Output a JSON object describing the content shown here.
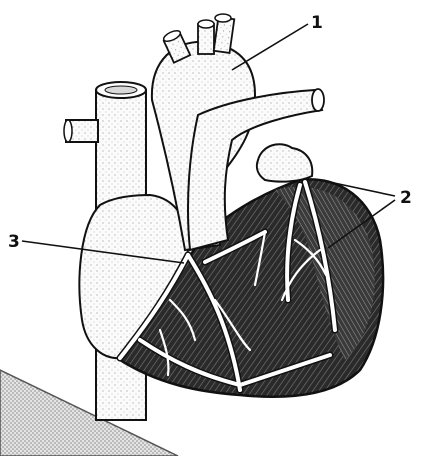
{
  "diagram": {
    "callout_1": "1",
    "callout_2": "2",
    "callout_3": "3"
  }
}
